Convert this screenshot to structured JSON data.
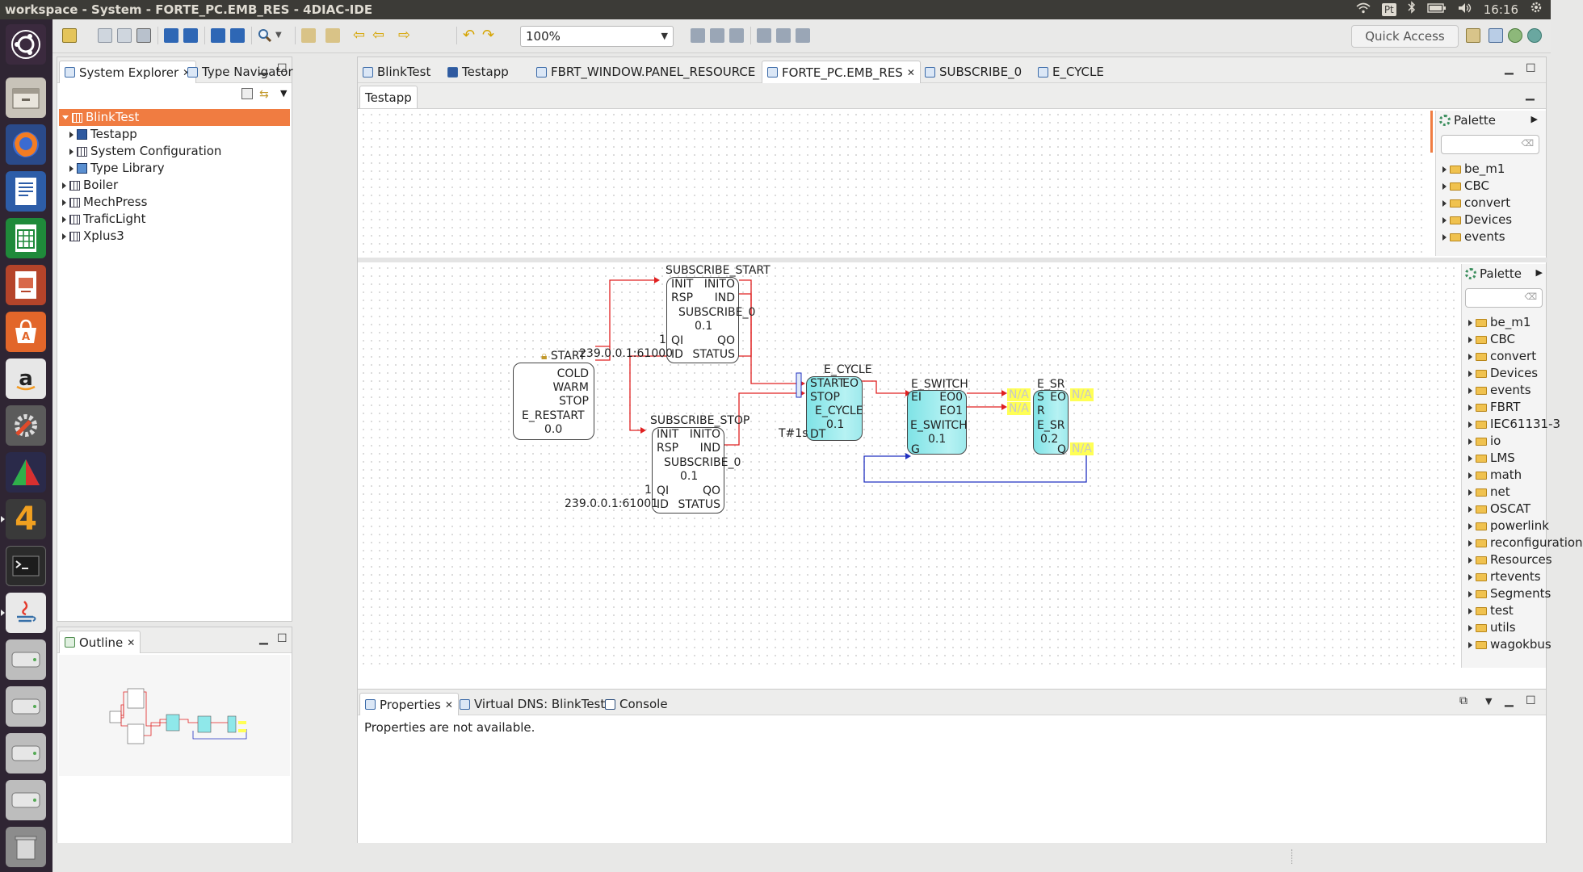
{
  "window": {
    "title": "workspace - System - FORTE_PC.EMB_RES - 4DIAC-IDE"
  },
  "tray": {
    "keyboard": "Pt",
    "time": "16:16"
  },
  "launcher": {
    "items": [
      "ubuntu-dash",
      "files",
      "firefox",
      "writer",
      "calc",
      "impress",
      "software-center",
      "amazon",
      "system-settings",
      "4diac-tool",
      "4diac-ide",
      "terminal",
      "java",
      "drive-1",
      "drive-2",
      "drive-3",
      "drive-4",
      "trash"
    ]
  },
  "toolbar": {
    "zoom": "100%",
    "quick_access": "Quick Access"
  },
  "explorer": {
    "tabs": [
      {
        "label": "System Explorer",
        "active": true
      },
      {
        "label": "Type Navigator",
        "active": false
      }
    ],
    "tree": [
      {
        "label": "BlinkTest",
        "level": 0,
        "selected": true
      },
      {
        "label": "Testapp",
        "level": 1
      },
      {
        "label": "System Configuration",
        "level": 1
      },
      {
        "label": "Type Library",
        "level": 1
      },
      {
        "label": "Boiler",
        "level": 0
      },
      {
        "label": "MechPress",
        "level": 0
      },
      {
        "label": "TraficLight",
        "level": 0
      },
      {
        "label": "Xplus3",
        "level": 0
      }
    ]
  },
  "outline": {
    "title": "Outline"
  },
  "editor": {
    "tabs": [
      {
        "label": "BlinkTest"
      },
      {
        "label": "Testapp"
      },
      {
        "label": "FBRT_WINDOW.PANEL_RESOURCE"
      },
      {
        "label": "FORTE_PC.EMB_RES",
        "active": true
      },
      {
        "label": "SUBSCRIBE_0"
      },
      {
        "label": "E_CYCLE"
      }
    ],
    "app_tab": "Testapp"
  },
  "palette_top": {
    "title": "Palette",
    "items": [
      "be_m1",
      "CBC",
      "convert",
      "Devices",
      "events"
    ]
  },
  "palette_main": {
    "title": "Palette",
    "items": [
      "be_m1",
      "CBC",
      "convert",
      "Devices",
      "events",
      "FBRT",
      "IEC61131-3",
      "io",
      "LMS",
      "math",
      "net",
      "OSCAT",
      "powerlink",
      "reconfiguration",
      "Resources",
      "rtevents",
      "Segments",
      "test",
      "utils",
      "wagokbus"
    ]
  },
  "diagram": {
    "start": {
      "name": "START",
      "type": "E_RESTART",
      "version": "0.0",
      "outputs": [
        "COLD",
        "WARM",
        "STOP"
      ]
    },
    "sub_start": {
      "name": "SUBSCRIBE_START",
      "type": "SUBSCRIBE_0",
      "version": "0.1",
      "ev_in": [
        "INIT",
        "RSP"
      ],
      "ev_out": [
        "INITO",
        "IND"
      ],
      "d_in": [
        "QI",
        "ID"
      ],
      "d_out": [
        "QO",
        "STATUS"
      ],
      "qi_val": "1",
      "id_val": "239.0.0.1:61000"
    },
    "sub_stop": {
      "name": "SUBSCRIBE_STOP",
      "type": "SUBSCRIBE_0",
      "version": "0.1",
      "ev_in": [
        "INIT",
        "RSP"
      ],
      "ev_out": [
        "INITO",
        "IND"
      ],
      "d_in": [
        "QI",
        "ID"
      ],
      "d_out": [
        "QO",
        "STATUS"
      ],
      "qi_val": "1",
      "id_val": "239.0.0.1:61001"
    },
    "cycle": {
      "name": "E_CYCLE",
      "type": "E_CYCLE",
      "version": "0.1",
      "ev_in": [
        "START",
        "STOP"
      ],
      "ev_out": [
        "EO"
      ],
      "d_in": [
        "DT"
      ],
      "dt_val": "T#1s"
    },
    "switch": {
      "name": "E_SWITCH",
      "type": "E_SWITCH",
      "version": "0.1",
      "ev_in": [
        "EI"
      ],
      "ev_out": [
        "EO0",
        "EO1"
      ],
      "d_in": [
        "G"
      ]
    },
    "sr": {
      "name": "E_SR",
      "type": "E_SR",
      "version": "0.2",
      "ev_in": [
        "S",
        "R"
      ],
      "ev_out": [
        "EO"
      ],
      "d_out": [
        "Q"
      ]
    },
    "na": "N/A"
  },
  "bottom": {
    "tabs": [
      {
        "label": "Properties",
        "active": true
      },
      {
        "label": "Virtual DNS: BlinkTest"
      },
      {
        "label": "Console"
      }
    ],
    "message": "Properties are not available."
  },
  "colors": {
    "selection": "#f07c41",
    "event_line": "#e02020",
    "data_line": "#2030c0",
    "fb_cyan": "#8fe8ea",
    "na_bg": "#ffff55"
  }
}
